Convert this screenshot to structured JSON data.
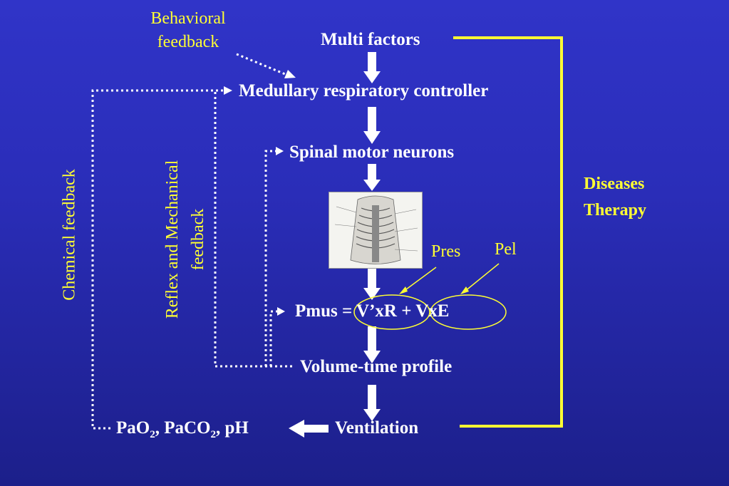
{
  "nodes": {
    "multi_factors": "Multi factors",
    "controller": "Medullary respiratory controller",
    "spinal": "Spinal motor neurons",
    "pmus": "Pmus = V’xR + VxE",
    "volume_time": "Volume-time profile",
    "ventilation": "Ventilation",
    "blood_gas": {
      "pa": "PaO",
      "sub1": "2",
      "mid": ", PaCO",
      "sub2": "2",
      "end": ", pH"
    }
  },
  "labels": {
    "behavioral": [
      "Behavioral",
      "feedback"
    ],
    "chemical": "Chemical feedback",
    "reflex": [
      "Reflex and Mechanical",
      "feedback"
    ],
    "diseases": [
      "Diseases",
      "Therapy"
    ],
    "pres": "Pres",
    "pel": "Pel"
  },
  "colors": {
    "background": "#2a2db8",
    "accent": "#ffff33",
    "text": "#ffffff"
  }
}
